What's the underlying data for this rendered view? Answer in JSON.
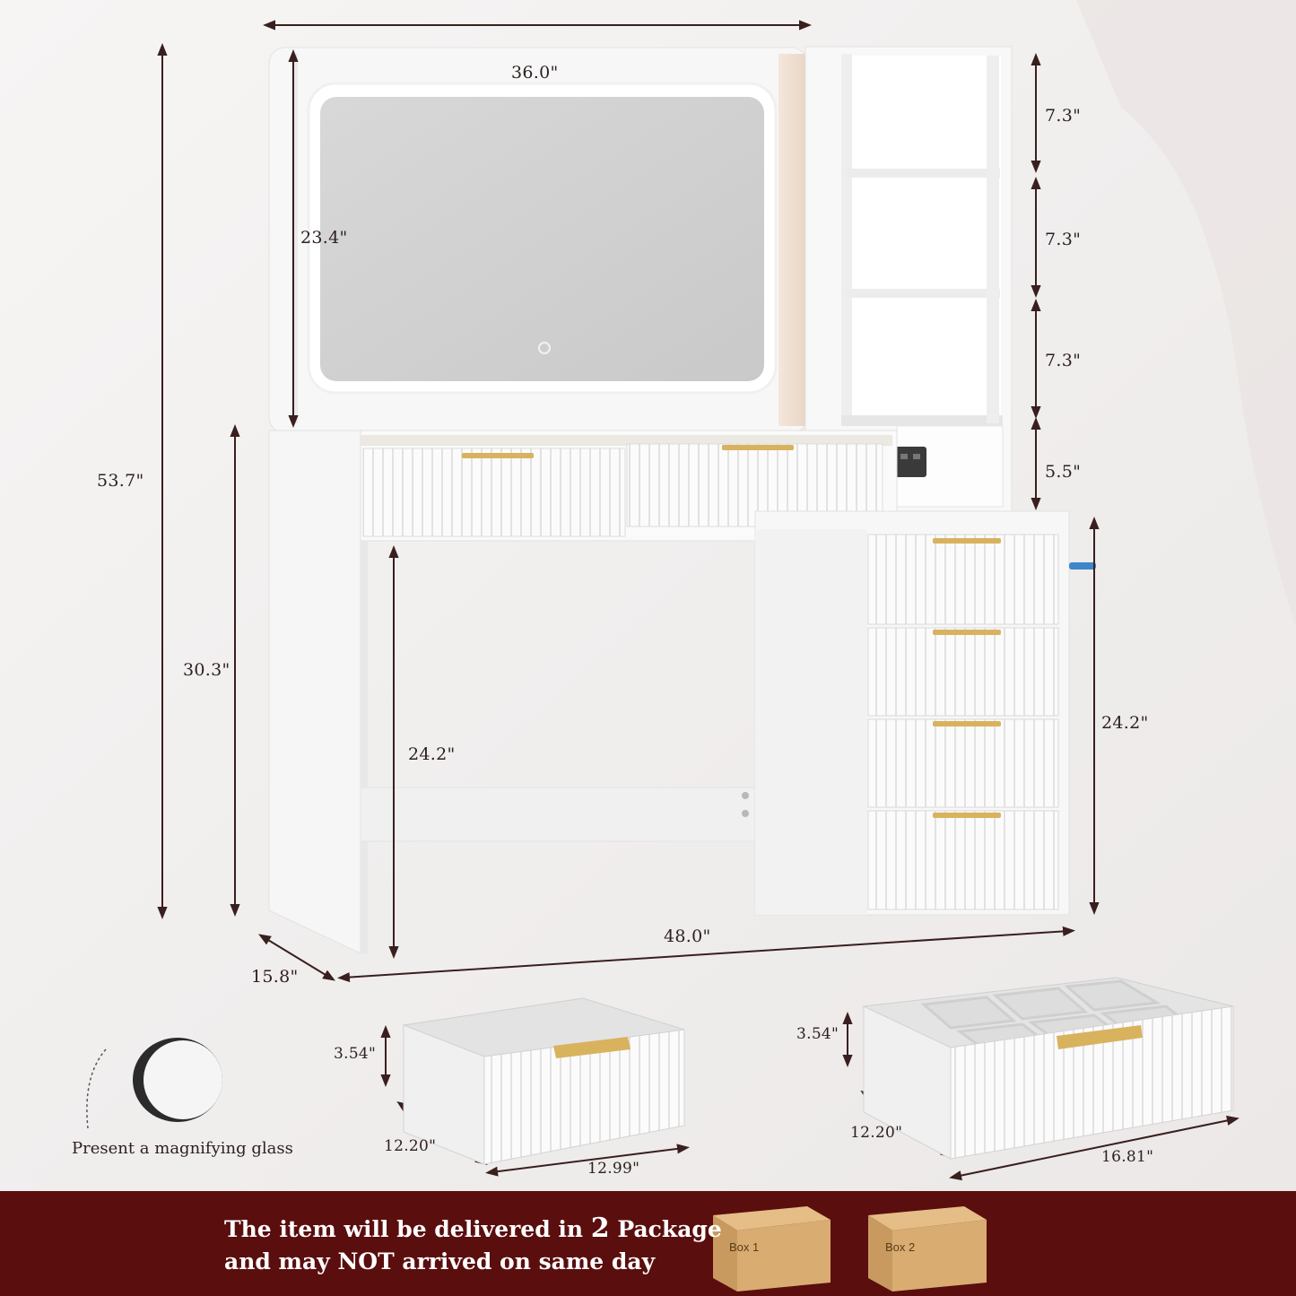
{
  "dimensions": {
    "mirror_width": "36.0\"",
    "mirror_height": "23.4\"",
    "shelf_1": "7.3\"",
    "shelf_2": "7.3\"",
    "shelf_3": "7.3\"",
    "outlet_shelf": "5.5\"",
    "total_height": "53.7\"",
    "table_height": "30.3\"",
    "knee_height": "24.2\"",
    "cabinet_height": "24.2\"",
    "total_width": "48.0\"",
    "depth": "15.8\""
  },
  "small_drawer": {
    "height": "3.54\"",
    "depth": "12.20\"",
    "width": "12.99\""
  },
  "organizer_drawer": {
    "height": "3.54\"",
    "depth": "12.20\"",
    "width": "16.81\""
  },
  "gift_label": "Present a magnifying glass",
  "notice": {
    "prefix": "The item will be delivered in ",
    "count": "2",
    "suffix": " Package",
    "line2": "and may NOT arrived on same day"
  },
  "boxes": [
    {
      "label": "Box 1"
    },
    {
      "label": "Box 2"
    }
  ],
  "colors": {
    "banner": "#5a0e0e",
    "dimension_line": "#3a1f1f",
    "gold_handle": "#d9b25e",
    "furniture_white": "#fafafa"
  }
}
